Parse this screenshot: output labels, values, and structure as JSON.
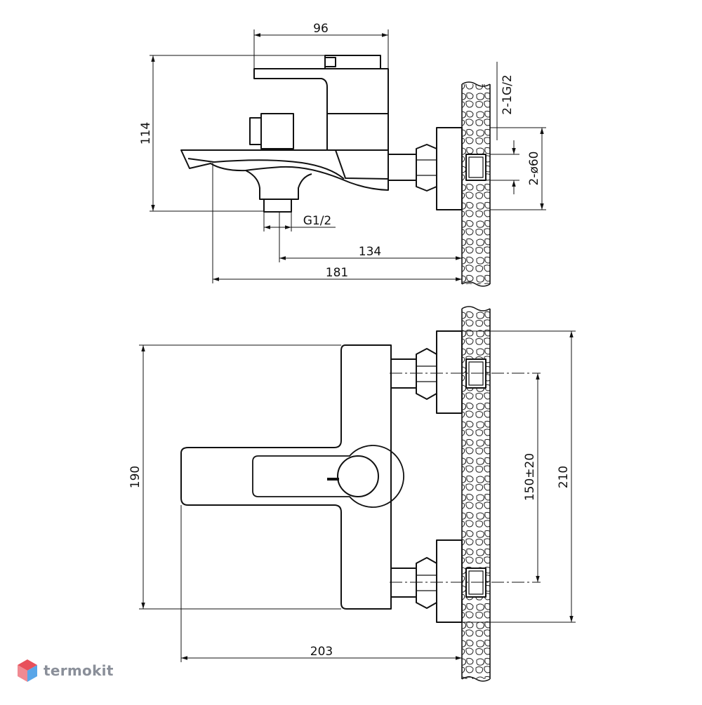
{
  "drawing": {
    "side_view": {
      "dim_width_top": "96",
      "dim_height": "114",
      "dim_connection_thread": "2-1G/2",
      "dim_flange_diameter": "2-ø60",
      "dim_outlet_thread": "G1/2",
      "dim_outlet_to_wall": "134",
      "dim_spout_to_wall": "181"
    },
    "front_view": {
      "dim_height": "190",
      "dim_centers": "150±20",
      "dim_total_height": "210",
      "dim_depth": "203"
    }
  },
  "brand": {
    "name": "termokit",
    "logo_icon": "hexagon-cube-icon",
    "colors": {
      "logo_red": "#e8505b",
      "logo_blue": "#5aa6e8",
      "text_grey": "#8a8f99"
    }
  }
}
